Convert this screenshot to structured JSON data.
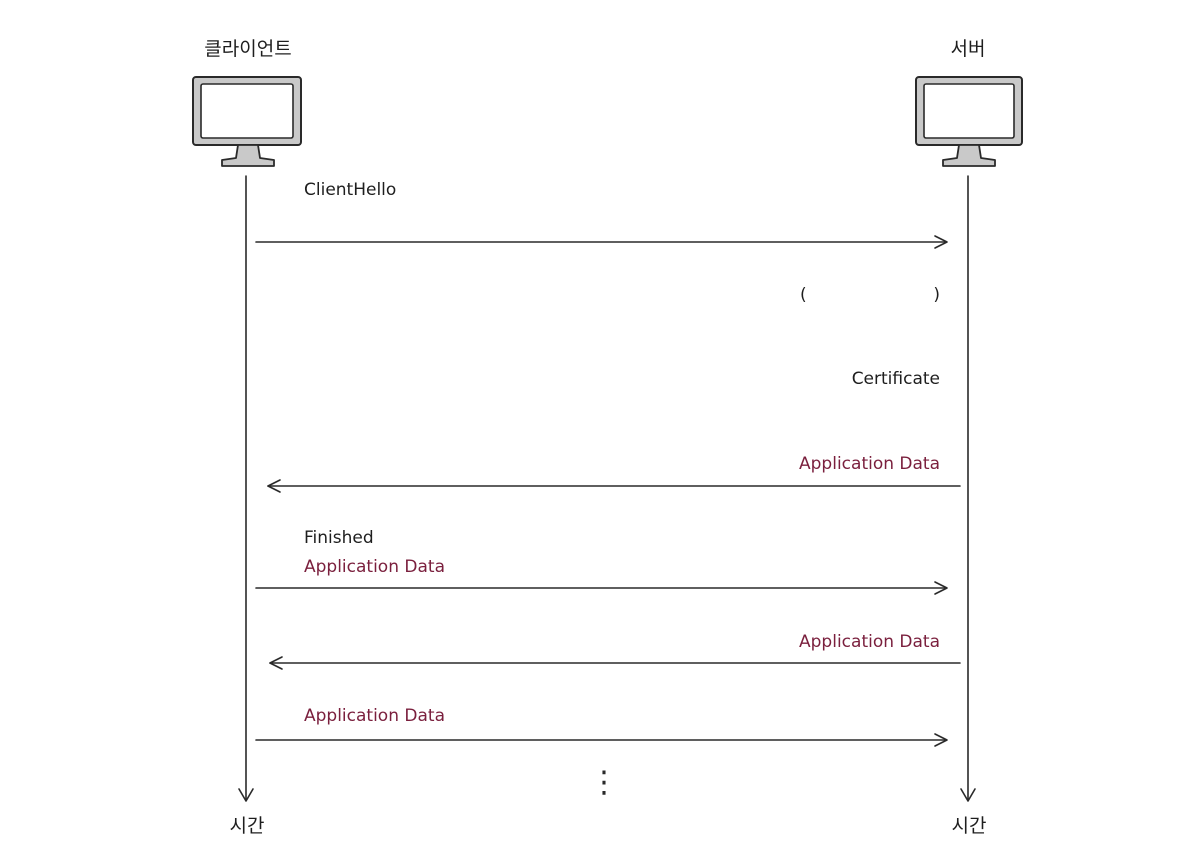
{
  "actors": {
    "client": {
      "label": "클라이언트",
      "time_label": "시간"
    },
    "server": {
      "label": "서버",
      "time_label": "시간"
    }
  },
  "messages": [
    {
      "direction": "client-to-server",
      "lines": [
        {
          "text": "ClientHello",
          "style": "normal"
        }
      ]
    },
    {
      "direction": "server-to-client",
      "lines": [
        {
          "text": "( )",
          "style": "normal"
        },
        {
          "text": "Certificate",
          "style": "normal"
        },
        {
          "text": "Application Data",
          "style": "app"
        }
      ]
    },
    {
      "direction": "client-to-server",
      "lines": [
        {
          "text": "Finished",
          "style": "normal"
        },
        {
          "text": "Application Data",
          "style": "app"
        }
      ]
    },
    {
      "direction": "server-to-client",
      "lines": [
        {
          "text": "Application Data",
          "style": "app"
        }
      ]
    },
    {
      "direction": "client-to-server",
      "lines": [
        {
          "text": "Application Data",
          "style": "app"
        }
      ]
    }
  ],
  "continuation": "⋮",
  "colors": {
    "app_data_text": "#7a1f3d",
    "ink": "#2a2a2a",
    "monitor_fill": "#c9c9c9"
  },
  "icons": {
    "client": "monitor-icon",
    "server": "monitor-icon"
  }
}
